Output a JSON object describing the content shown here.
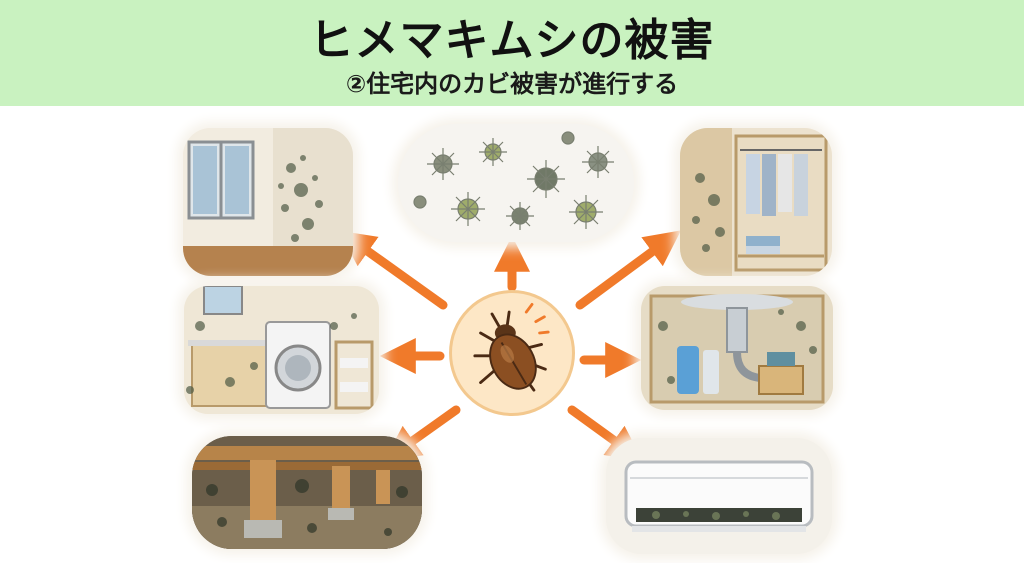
{
  "header": {
    "title": "ヒメマキムシの被害",
    "subtitle": "②住宅内のカビ被害が進行する"
  },
  "colors": {
    "header_bg": "#c9f2c0",
    "arrow": "#f07a2a",
    "center_bg": "#fde7c6",
    "mold_dark": "#4f5a45",
    "mold_green": "#8a9a4a"
  },
  "illustrations": [
    "moldy-room-window",
    "mold-spores-cloud",
    "moldy-closet",
    "moldy-laundry-room",
    "moldy-under-sink",
    "moldy-crawlspace",
    "moldy-air-conditioner"
  ],
  "center_icon": "beetle-icon"
}
